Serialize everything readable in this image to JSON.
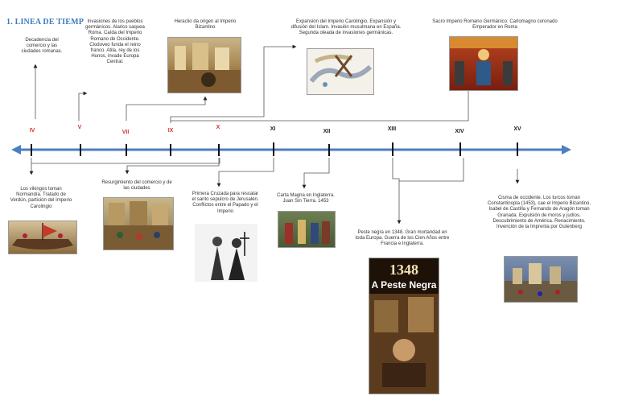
{
  "title": "1. LINEA DE TIEMP",
  "colors": {
    "red_century": "#d9302a",
    "black_century": "#222222",
    "arrow": "#4a7fc1",
    "title": "#3a7bbf"
  },
  "centuries": [
    {
      "label": "IV",
      "color": "red"
    },
    {
      "label": "V",
      "color": "red"
    },
    {
      "label": "VII",
      "color": "red"
    },
    {
      "label": "IX",
      "color": "red"
    },
    {
      "label": "X",
      "color": "red"
    },
    {
      "label": "XI",
      "color": "black"
    },
    {
      "label": "XII",
      "color": "black"
    },
    {
      "label": "XIII",
      "color": "black"
    },
    {
      "label": "XIV",
      "color": "black"
    },
    {
      "label": "XV",
      "color": "black"
    }
  ],
  "events": {
    "iv": "Decadencia del comercio y las ciudades romanas.",
    "v": "Invasiones de los pueblos germánicos. Alarico saquea Roma. Caída del Imperio Romano de Occidente. Clodoveo funda el reino franco. Atila, rey de los Hunos, invade Europa Central.",
    "vii": "Heraclio da origen al Imperio Bizantino",
    "viii": "Expansión del Imperio Carolingio. Expansión y difusión del Islam. Invasión musulmana en España. Segunda oleada de invasiones germánicas.",
    "ix_top": "Sacro Imperio Romano Germánico: Carlomagno coronado Emperador en Roma",
    "ix_bottom": "Los vikingos toman Normandía. Tratado de Verdún, partición del Imperio Carolingio",
    "x": "Resurgimiento del comercio y de las ciudades",
    "xi": "Primera Cruzada para rescatar el santo sepulcro de Jerusalén. Conflictos entre el Papado y el Imperio",
    "xii": "Carta Magna en Inglaterra. Juan Sin Tierra. 1453",
    "xiv": "Peste negra en 1348. Gran mortandad en toda Europa. Guerra de los Cien Años entre Francia e Inglaterra.",
    "xv": "Cisma de occidente. Los turcos toman Constantinopla (1453), cae el Imperio Bizantino. Isabel de Castilla y Fernando de Aragón toman Granada. Expulsión de moros y judíos. Descubrimiento de América. Renacimiento. Invención de la Imprenta por Gutenberg"
  },
  "book_cover": {
    "year": "1348",
    "title": "A Peste Negra"
  }
}
